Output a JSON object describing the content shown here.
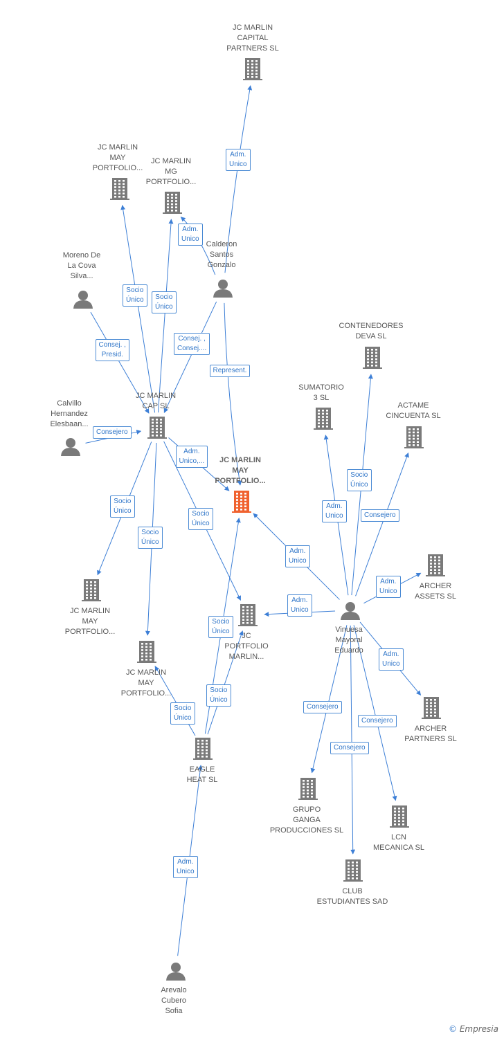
{
  "colors": {
    "company": "#7a7a7a",
    "main": "#f0622f",
    "person": "#7a7a7a",
    "edge": "#3d7fd6"
  },
  "nodes": [
    {
      "id": "capital",
      "type": "company",
      "label": "JC MARLIN\nCAPITAL\nPARTNERS  SL"
    },
    {
      "id": "mayp1",
      "type": "company",
      "label": "JC MARLIN\nMAY\nPORTFOLIO..."
    },
    {
      "id": "mgp",
      "type": "company",
      "label": "JC MARLIN\nMG\nPORTFOLIO..."
    },
    {
      "id": "calderon",
      "type": "person",
      "label": "Calderon\nSantos\nGonzalo"
    },
    {
      "id": "moreno",
      "type": "person",
      "label": "Moreno De\nLa Cova\nSilva..."
    },
    {
      "id": "capsl",
      "type": "company",
      "label": "JC MARLIN\nCAP  SL"
    },
    {
      "id": "calvillo",
      "type": "person",
      "label": "Calvillo\nHernandez\nElesbaan..."
    },
    {
      "id": "main",
      "type": "main",
      "label": "JC MARLIN\nMAY\nPORTFOLIO..."
    },
    {
      "id": "contenedores",
      "type": "company",
      "label": "CONTENEDORES\nDEVA  SL"
    },
    {
      "id": "sumatorio",
      "type": "company",
      "label": "SUMATORIO\n3  SL"
    },
    {
      "id": "actame",
      "type": "company",
      "label": "ACTAME\nCINCUENTA  SL"
    },
    {
      "id": "archer_assets",
      "type": "company",
      "label": "ARCHER\nASSETS  SL"
    },
    {
      "id": "mayp2",
      "type": "company",
      "label": "JC MARLIN\nMAY\nPORTFOLIO..."
    },
    {
      "id": "jcportfolio",
      "type": "company",
      "label": "JC\nPORTFOLIO\nMARLIN..."
    },
    {
      "id": "vinuesa",
      "type": "person",
      "label": "Vinuesa\nMayoral\nEduardo"
    },
    {
      "id": "mayp3",
      "type": "company",
      "label": "JC MARLIN\nMAY\nPORTFOLIO..."
    },
    {
      "id": "archer_partners",
      "type": "company",
      "label": "ARCHER\nPARTNERS  SL"
    },
    {
      "id": "eagle",
      "type": "company",
      "label": "EAGLE\nHEAT  SL"
    },
    {
      "id": "grupo",
      "type": "company",
      "label": "GRUPO\nGANGA\nPRODUCCIONES SL"
    },
    {
      "id": "lcn",
      "type": "company",
      "label": "LCN\nMECANICA SL"
    },
    {
      "id": "club",
      "type": "company",
      "label": "CLUB\nESTUDIANTES SAD"
    },
    {
      "id": "arevalo",
      "type": "person",
      "label": "Arevalo\nCubero\nSofia"
    }
  ],
  "edges": [
    {
      "from": "calderon",
      "to": "capital",
      "label": "Adm.\nUnico"
    },
    {
      "from": "calderon",
      "to": "mgp",
      "label": "Adm.\nUnico"
    },
    {
      "from": "capsl",
      "to": "mayp1",
      "label": "Socio\nÚnico"
    },
    {
      "from": "capsl",
      "to": "mgp",
      "label": "Socio\nÚnico"
    },
    {
      "from": "moreno",
      "to": "capsl",
      "label": "Consej. ,\nPresid."
    },
    {
      "from": "calderon",
      "to": "capsl",
      "label": "Consej. ,\nConsej...."
    },
    {
      "from": "calderon",
      "to": "main",
      "label": "Represent."
    },
    {
      "from": "calvillo",
      "to": "capsl",
      "label": "Consejero"
    },
    {
      "from": "capsl",
      "to": "main",
      "label": "Adm.\nUnico,..."
    },
    {
      "from": "capsl",
      "to": "mayp2",
      "label": "Socio\nÚnico"
    },
    {
      "from": "capsl",
      "to": "mayp3",
      "label": "Socio\nÚnico"
    },
    {
      "from": "capsl",
      "to": "jcportfolio",
      "label": "Socio\nÚnico"
    },
    {
      "from": "vinuesa",
      "to": "main",
      "label": "Adm.\nUnico"
    },
    {
      "from": "vinuesa",
      "to": "sumatorio",
      "label": "Adm.\nUnico"
    },
    {
      "from": "vinuesa",
      "to": "contenedores",
      "label": "Socio\nÚnico"
    },
    {
      "from": "vinuesa",
      "to": "actame",
      "label": "Consejero"
    },
    {
      "from": "vinuesa",
      "to": "archer_assets",
      "label": "Adm.\nUnico"
    },
    {
      "from": "vinuesa",
      "to": "jcportfolio",
      "label": "Adm.\nUnico"
    },
    {
      "from": "vinuesa",
      "to": "archer_partners",
      "label": "Adm.\nUnico"
    },
    {
      "from": "vinuesa",
      "to": "grupo",
      "label": "Consejero"
    },
    {
      "from": "vinuesa",
      "to": "lcn",
      "label": "Consejero"
    },
    {
      "from": "vinuesa",
      "to": "club",
      "label": "Consejero"
    },
    {
      "from": "eagle",
      "to": "main",
      "label": "Socio\nÚnico"
    },
    {
      "from": "eagle",
      "to": "jcportfolio",
      "label": "Socio\nÚnico"
    },
    {
      "from": "eagle",
      "to": "mayp3",
      "label": "Socio\nÚnico"
    },
    {
      "from": "arevalo",
      "to": "eagle",
      "label": "Adm.\nUnico"
    }
  ],
  "footer": {
    "copyright": "©",
    "brand": "Empresia"
  }
}
